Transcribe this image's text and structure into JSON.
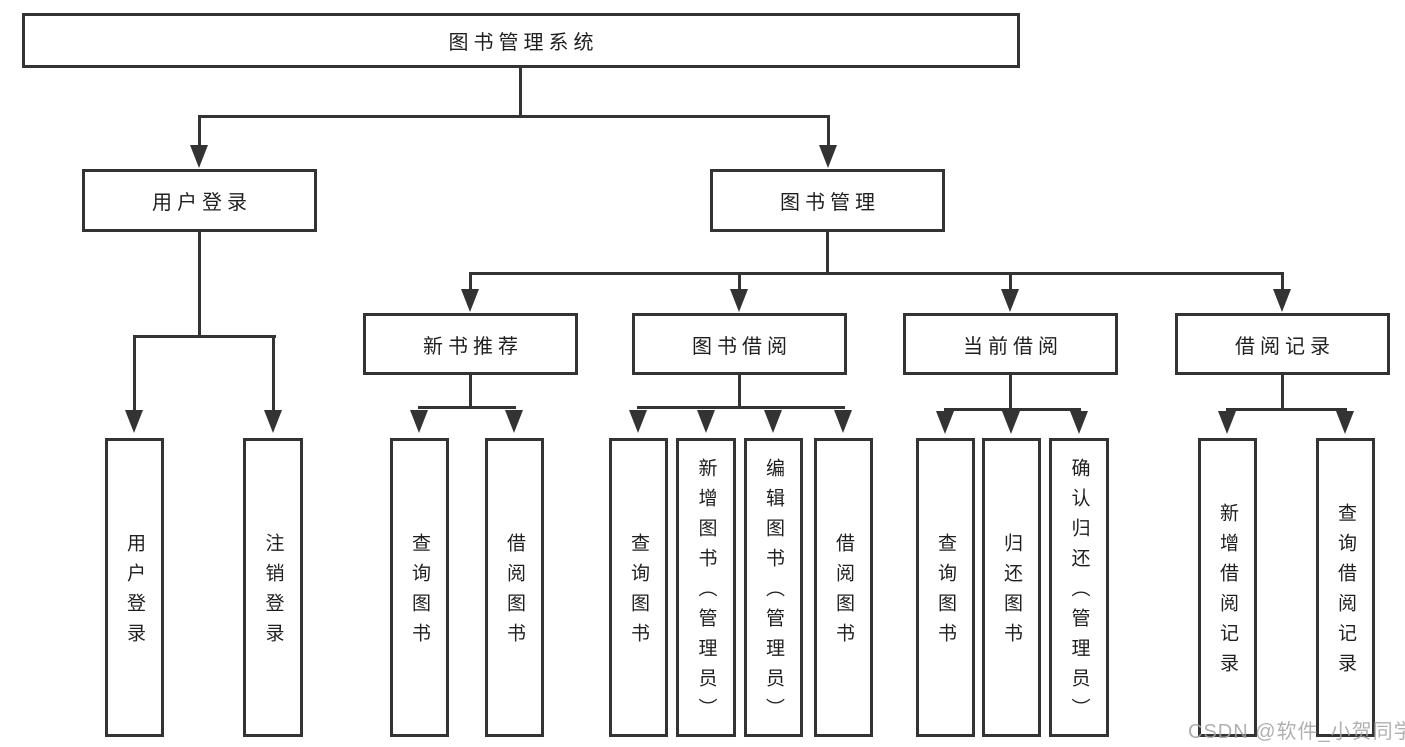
{
  "colors": {
    "line": "#333333",
    "text": "#1f1f1f",
    "background": "#ffffff",
    "watermark": "#a3a3a3"
  },
  "watermark": {
    "text": "CSDN @软件_小贺同学"
  },
  "tree": {
    "root": {
      "label": "图书管理系统"
    },
    "branches": [
      {
        "label": "用户登录",
        "children": [
          {
            "label": "用户登录"
          },
          {
            "label": "注销登录"
          }
        ]
      },
      {
        "label": "图书管理",
        "children": [
          {
            "label": "新书推荐",
            "children": [
              {
                "label": "查询图书"
              },
              {
                "label": "借阅图书"
              }
            ]
          },
          {
            "label": "图书借阅",
            "children": [
              {
                "label": "查询图书"
              },
              {
                "label": "新增图书（管理员）"
              },
              {
                "label": "编辑图书（管理员）"
              },
              {
                "label": "借阅图书"
              }
            ]
          },
          {
            "label": "当前借阅",
            "children": [
              {
                "label": "查询图书"
              },
              {
                "label": "归还图书"
              },
              {
                "label": "确认归还（管理员）"
              }
            ]
          },
          {
            "label": "借阅记录",
            "children": [
              {
                "label": "新增借阅记录"
              },
              {
                "label": "查询借阅记录"
              }
            ]
          }
        ]
      }
    ]
  }
}
